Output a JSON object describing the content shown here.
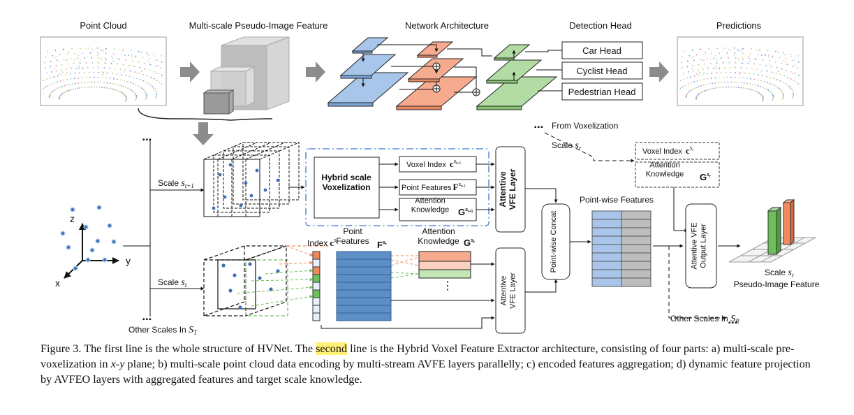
{
  "top_row": {
    "point_cloud_label": "Point Cloud",
    "pseudo_image_label": "Multi-scale Pseudo-Image Feature",
    "network_label": "Network Architecture",
    "detection_label": "Detection Head",
    "predictions_label": "Predictions",
    "heads": [
      "Car Head",
      "Cyclist Head",
      "Pedestrian Head"
    ]
  },
  "bottom_row": {
    "axes": {
      "z": "z",
      "y": "y",
      "x": "x"
    },
    "scale_upper": "Scale",
    "scale_upper_sym": "s",
    "scale_upper_sub": "t+1",
    "scale_lower": "Scale",
    "scale_lower_sym": "s",
    "scale_lower_sub": "t",
    "other_scales_T": "Other Scales In",
    "other_scales_T_sym": "S",
    "other_scales_T_sub": "T",
    "ellipsis": "▪▪▪",
    "hybrid_box": "Hybrid scale\nVoxelization",
    "voxel_index": "Voxel Index",
    "point_features": "Point Features",
    "attention_knowledge": "Attention\nKnowledge",
    "attentive_vfe_layer": "Attentive\nVFE Layer",
    "attentive_vfe_layer_small": "Attentive\nVFE Layer",
    "index_label": "Index",
    "point_features_label": "Point\nFeatures",
    "attention_knowledge_label": "Attention\nKnowledge",
    "vdots": "⋮",
    "pointwise_concat": "Point-wise Concat",
    "pointwise_features": "Point-wise Features",
    "from_voxelization": "From  Voxelization",
    "scale_r": "Scale",
    "scale_r_sym": "s",
    "scale_r_sub": "r",
    "voxel_index_r": "Voxel Index",
    "attention_knowledge_r": "Attention\nKnowledge",
    "output_layer": "Attentive VFE\nOutput Layer",
    "scale_out": "Scale",
    "scale_out_sym": "s",
    "scale_out_sub": "r",
    "pseudo_image_out": "Pseudo-Image Feature",
    "other_scales_R": "Other Scales In",
    "other_scales_R_sym": "S",
    "other_scales_R_sub": "R"
  },
  "colors": {
    "blue": "#9dbfe6",
    "orange": "#f3a488",
    "green": "#a8d69a",
    "gray_box": "#bcbcbc",
    "grid_blue": "#5a8fc8"
  },
  "caption": {
    "p1": "Figure 3. The first line is the whole structure of HVNet. The ",
    "highlight": "second",
    "p2": " line is the Hybrid Voxel Feature Extractor architecture, consisting of four parts: a) multi-scale pre-voxelization in ",
    "xy": "x-y",
    "p3": " plane; b) multi-scale point cloud data encoding by multi-stream AVFE layers parallelly; c) encoded features aggregation; d) dynamic feature projection by AVFEO layers with aggregated features and target scale knowledge."
  }
}
